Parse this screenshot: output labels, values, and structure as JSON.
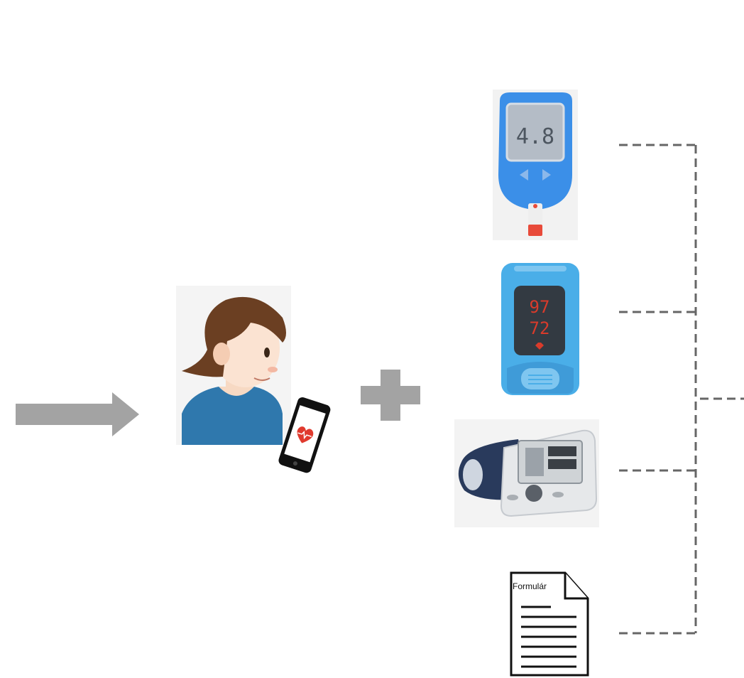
{
  "glucometer": {
    "reading": "4.8"
  },
  "oximeter": {
    "spo2": "97",
    "pulse": "72"
  },
  "form": {
    "label": "Formulár"
  },
  "icons": {
    "arrow": "arrow-right-icon",
    "patient": "patient-icon",
    "phone": "phone-heart-icon",
    "plus": "plus-icon",
    "glucometer": "glucometer-icon",
    "oximeter": "pulse-oximeter-icon",
    "bp_monitor": "blood-pressure-monitor-icon",
    "form": "form-document-icon"
  },
  "colors": {
    "arrow_gray": "#a3a3a3",
    "connector": "#666666",
    "device_blue": "#3b8fe8",
    "oximeter_blue": "#4aaee8",
    "shirt_blue": "#2f78ad",
    "hair_brown": "#6b3f22",
    "heart_red": "#e03a2e",
    "digit_red": "#d93b2b"
  }
}
